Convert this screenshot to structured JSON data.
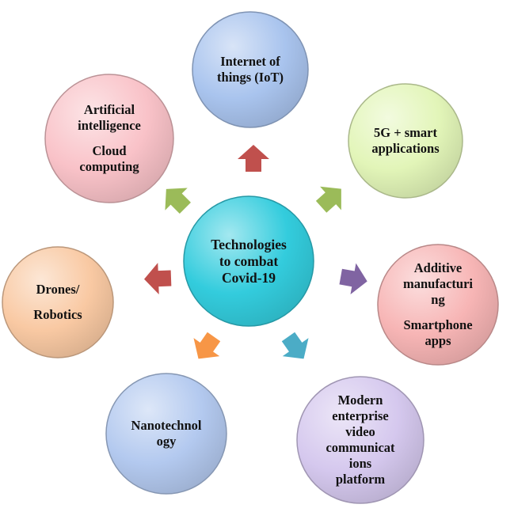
{
  "center": {
    "lines": [
      "Technologies",
      "to combat",
      "Covid-19"
    ],
    "color": "#33CCDD"
  },
  "nodes": [
    {
      "id": "iot",
      "lines": [
        "Internet of",
        "things (IoT)"
      ],
      "color": "#A9C4EE",
      "arrow_color": "#C0504D"
    },
    {
      "id": "5g",
      "lines": [
        "5G + smart",
        "applications"
      ],
      "color": "#E2F5B8",
      "arrow_color": "#9BBB59"
    },
    {
      "id": "additive",
      "lines": [
        "Additive",
        "manufacturi",
        "ng",
        "Smartphone",
        "apps"
      ],
      "gap_before": 3,
      "color": "#F7B5B5",
      "arrow_color": "#8064A2"
    },
    {
      "id": "video",
      "lines": [
        "Modern",
        "enterprise",
        "video",
        "communicat",
        "ions",
        "platform"
      ],
      "color": "#D5C8EE",
      "arrow_color": "#4BACC6"
    },
    {
      "id": "nano",
      "lines": [
        "Nanotechnol",
        "ogy"
      ],
      "color": "#B3C9EF",
      "arrow_color": "#F79646"
    },
    {
      "id": "drones",
      "lines": [
        "Drones/",
        "Robotics"
      ],
      "gap_before": 1,
      "color": "#F9C9A3",
      "arrow_color": "#C0504D"
    },
    {
      "id": "ai",
      "lines": [
        "Artificial",
        "intelligence",
        "Cloud",
        "computing"
      ],
      "gap_before": 2,
      "color": "#F9C2C8",
      "arrow_color": "#9BBB59"
    }
  ]
}
